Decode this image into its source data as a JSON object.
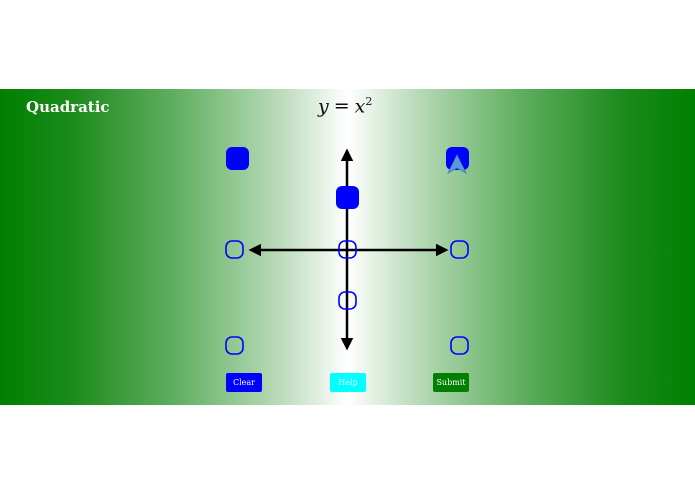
{
  "app": {
    "title": "Quadratic",
    "equation": {
      "lhs": "y",
      "eq": "=",
      "base": "x",
      "exponent": "2"
    }
  },
  "buttons": {
    "clear": "Clear",
    "help": "Help",
    "submit": "Submit"
  },
  "colors": {
    "field_dark": "#008000",
    "field_light": "#ffffff",
    "handle_blue": "#0000ff",
    "clear_button": "#0000ff",
    "help_button": "#00ffff",
    "submit_button": "#008000",
    "cursor_marker": "#5b9bd5"
  },
  "points": {
    "filled": [
      "top-left",
      "top-right",
      "center-upper"
    ],
    "empty": [
      "left",
      "center",
      "right",
      "center-lower",
      "bottom-left",
      "bottom-right"
    ]
  }
}
